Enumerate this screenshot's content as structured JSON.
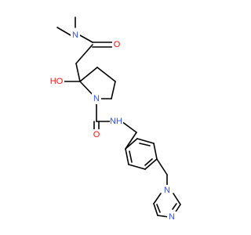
{
  "molecule": {
    "atoms": [
      {
        "label": "N",
        "color": "#3050F8"
      },
      {
        "label": "O",
        "color": "#FF0D0D"
      },
      {
        "label": "HO",
        "color": "#FF0D0D"
      },
      {
        "label": "N",
        "color": "#3050F8"
      },
      {
        "label": "O",
        "color": "#FF0D0D"
      },
      {
        "label": "NH",
        "color": "#3050F8"
      },
      {
        "label": "N",
        "color": "#3050F8"
      },
      {
        "label": "N",
        "color": "#3050F8"
      }
    ],
    "bond_color": "#000000"
  }
}
